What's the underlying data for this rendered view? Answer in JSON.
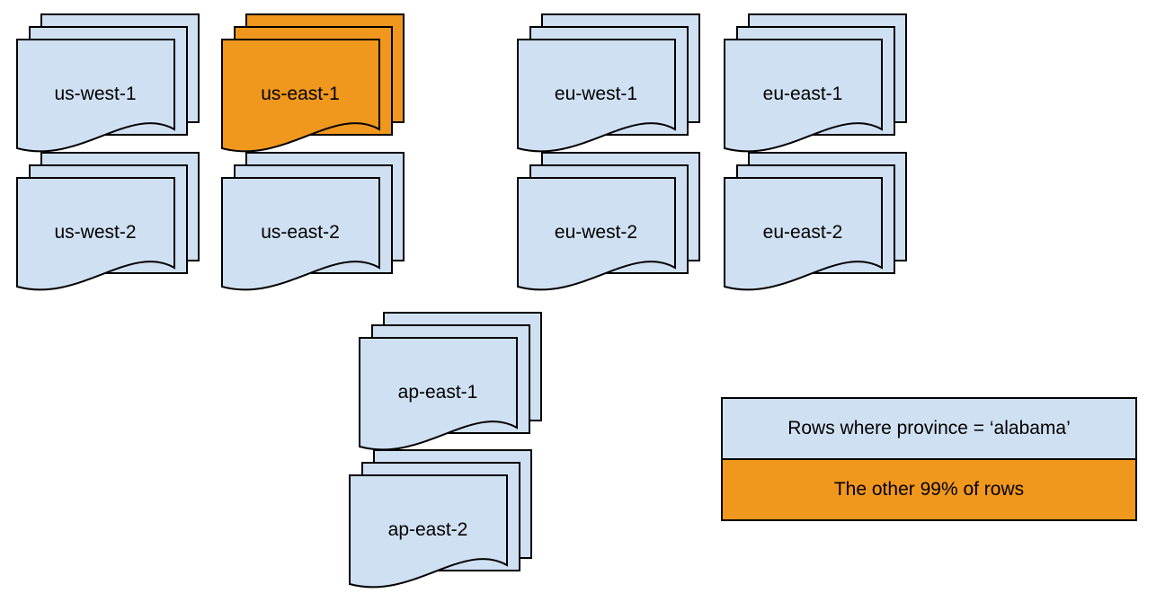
{
  "colors": {
    "doc_fill": "#cfe0f2",
    "highlight_fill": "#f0971d",
    "stroke": "#000000"
  },
  "clusters": [
    {
      "label": "us-west-1",
      "highlighted": false
    },
    {
      "label": "us-east-1",
      "highlighted": true
    },
    {
      "label": "eu-west-1",
      "highlighted": false
    },
    {
      "label": "eu-east-1",
      "highlighted": false
    },
    {
      "label": "us-west-2",
      "highlighted": false
    },
    {
      "label": "us-east-2",
      "highlighted": false
    },
    {
      "label": "eu-west-2",
      "highlighted": false
    },
    {
      "label": "eu-east-2",
      "highlighted": false
    },
    {
      "label": "ap-east-1",
      "highlighted": false
    },
    {
      "label": "ap-east-2",
      "highlighted": false
    }
  ],
  "legend": {
    "rows": [
      {
        "label": "Rows where province = ‘alabama’",
        "color": "#cfe0f2"
      },
      {
        "label": "The other 99% of rows",
        "color": "#f0971d"
      }
    ]
  }
}
